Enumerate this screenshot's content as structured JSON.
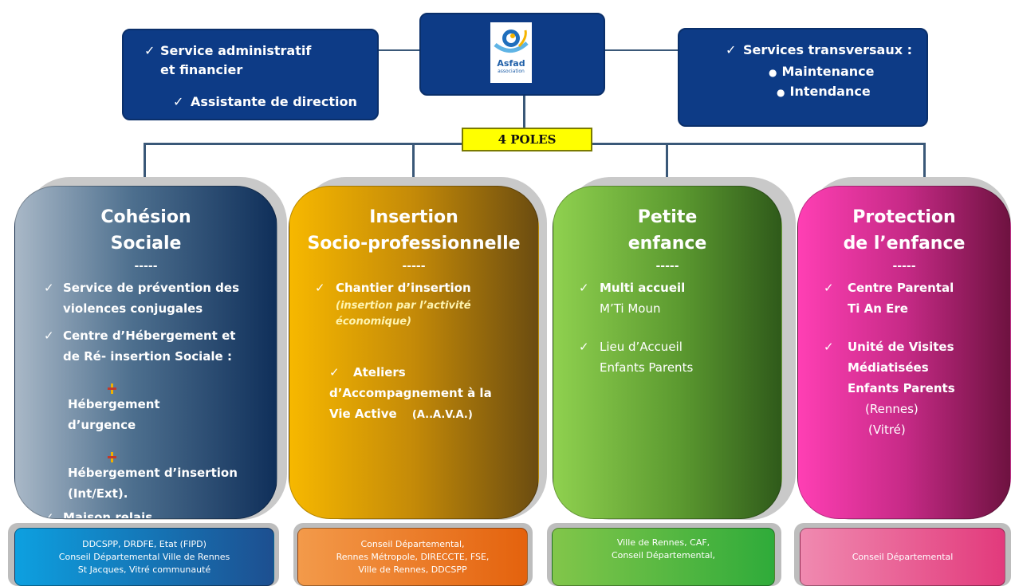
{
  "header": {
    "logo_text": "Asfad",
    "logo_subtext": "association",
    "left_box": {
      "item1_line1": "Service administratif",
      "item1_line2": "et financier",
      "item2": "Assistante de direction"
    },
    "right_box": {
      "title": "Services transversaux :",
      "bullet1": "Maintenance",
      "bullet2": "Intendance"
    },
    "poles_label": "4 POLES"
  },
  "poles": [
    {
      "title_line1": "Cohésion",
      "title_line2": "Sociale",
      "dash": "-----",
      "items": [
        "Service de prévention des violences conjugales",
        "Centre d’Hébergement et de Ré- insertion Sociale :"
      ],
      "subitems": [
        "Hébergement d’urgence",
        "Hébergement d’insertion (Int/Ext)."
      ],
      "last_item": "Maison relais",
      "color_start": "#a9b8c7",
      "color_end": "#0f2f5a"
    },
    {
      "title_line1": "Insertion",
      "title_line2": "Socio-professionnelle",
      "dash": "-----",
      "item1": "Chantier d’insertion",
      "item1_note": "(insertion par l’activité économique)",
      "item2_line1": "Ateliers",
      "item2_line2": "d’Accompagnement à la",
      "item2_line3": "Vie Active",
      "item2_abbr": "(A..A.V.A.)",
      "color_start": "#f7b800",
      "color_end": "#6b4c10"
    },
    {
      "title_line1": "Petite",
      "title_line2": "enfance",
      "dash": "-----",
      "item1_line1": "Multi accueil",
      "item1_line2": "M’Ti Moun",
      "item2_line1": "Lieu d’Accueil",
      "item2_line2": "Enfants Parents",
      "color_start": "#8fd14f",
      "color_end": "#2f5a1a"
    },
    {
      "title_line1": "Protection",
      "title_line2": "de l’enfance",
      "dash": "-----",
      "item1_line1": "Centre Parental",
      "item1_line2": "Ti An Ere",
      "item2_line1": "Unité de Visites",
      "item2_line2": "Médiatisées",
      "item2_line3": "Enfants Parents",
      "item2_line4": "(Rennes)",
      "item2_line5": "(Vitré)",
      "color_start": "#ff3fb4",
      "color_end": "#6e1240"
    }
  ],
  "funders": [
    {
      "lines": [
        "DDCSPP, DRDFE,  Etat (FIPD)",
        "Conseil Départemental Ville de Rennes",
        "St Jacques, Vitré communauté"
      ],
      "color": "#1d63a8"
    },
    {
      "lines": [
        "Conseil Départemental,",
        "Rennes Métropole, DIRECCTE, FSE,",
        "Ville de Rennes, DDCSPP"
      ],
      "color": "#ec6a1c"
    },
    {
      "lines": [
        "Ville de Rennes, CAF,",
        "Conseil Départemental,"
      ],
      "color": "#5cb531"
    },
    {
      "lines": [
        "Conseil Départemental"
      ],
      "color": "#e8357a"
    }
  ],
  "check_symbol": "✓",
  "bullet_symbol": "●"
}
